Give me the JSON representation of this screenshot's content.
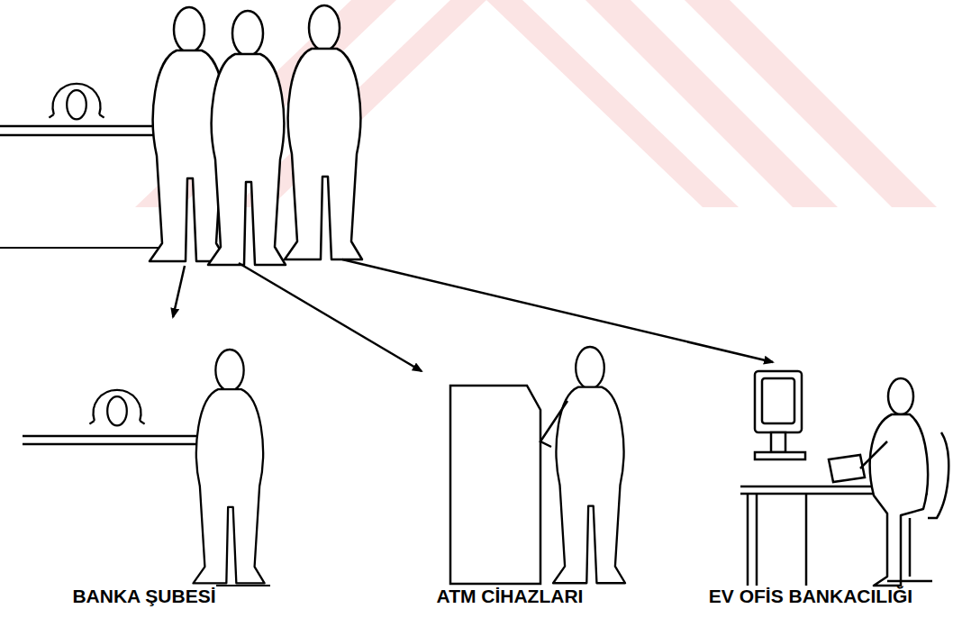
{
  "diagram": {
    "labels": [
      "BANKA ŞUBESİ",
      "ATM CİHAZLARI",
      "EV OFİS BANKACILIĞI"
    ]
  }
}
